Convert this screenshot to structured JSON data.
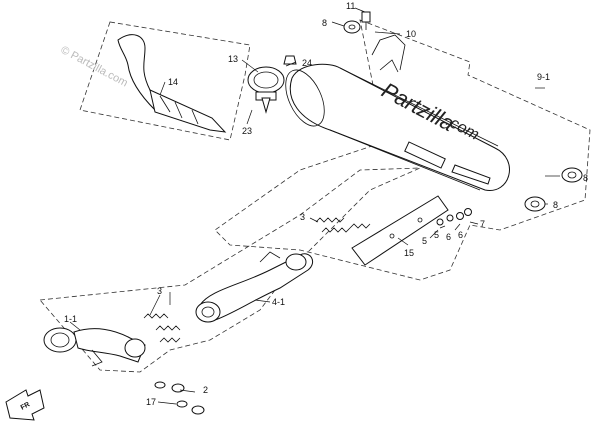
{
  "watermark": {
    "brand": "Partzilla",
    "brand_suffix": ".com",
    "copyright": "© Partzilla.com"
  },
  "callouts": [
    {
      "id": "c11",
      "text": "11"
    },
    {
      "id": "c8a",
      "text": "8"
    },
    {
      "id": "c10",
      "text": "10"
    },
    {
      "id": "c13",
      "text": "13"
    },
    {
      "id": "c24",
      "text": "24"
    },
    {
      "id": "c14",
      "text": "14"
    },
    {
      "id": "c23",
      "text": "23"
    },
    {
      "id": "c9_1",
      "text": "9-1"
    },
    {
      "id": "c8b",
      "text": "8"
    },
    {
      "id": "c8c",
      "text": "8"
    },
    {
      "id": "c3a",
      "text": "3"
    },
    {
      "id": "c7",
      "text": "7"
    },
    {
      "id": "c6a",
      "text": "6"
    },
    {
      "id": "c6b",
      "text": "6"
    },
    {
      "id": "c5a",
      "text": "5"
    },
    {
      "id": "c5b",
      "text": "5"
    },
    {
      "id": "c15",
      "text": "15"
    },
    {
      "id": "c3b",
      "text": "3"
    },
    {
      "id": "c4_1",
      "text": "4-1"
    },
    {
      "id": "c1_1",
      "text": "1-1"
    },
    {
      "id": "c2",
      "text": "2"
    },
    {
      "id": "c17",
      "text": "17"
    }
  ],
  "front_arrow": {
    "text": "FR"
  }
}
